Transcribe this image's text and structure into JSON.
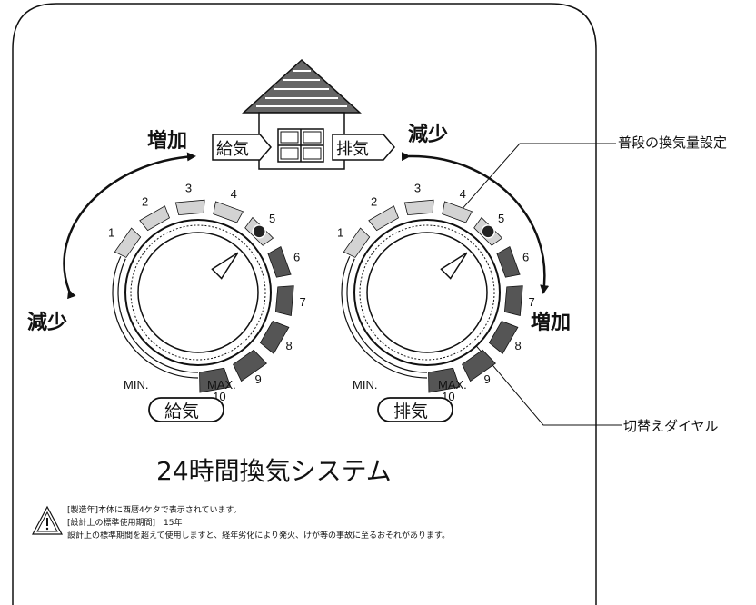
{
  "title": "24時間換気システム",
  "callouts": {
    "normal_setting": "普段の換気量設定",
    "switch_dial": "切替えダイヤル"
  },
  "house": {
    "supply_label": "給気",
    "exhaust_label": "排気"
  },
  "supply_dial": {
    "increase": "増加",
    "decrease": "減少",
    "min": "MIN.",
    "max": "MAX.",
    "name": "給気",
    "scale": [
      "1",
      "2",
      "3",
      "4",
      "5",
      "6",
      "7",
      "8",
      "9",
      "10"
    ],
    "current_setting": 5
  },
  "exhaust_dial": {
    "increase": "増加",
    "decrease": "減少",
    "min": "MIN.",
    "max": "MAX.",
    "name": "排気",
    "scale": [
      "1",
      "2",
      "3",
      "4",
      "5",
      "6",
      "7",
      "8",
      "9",
      "10"
    ],
    "current_setting": 5
  },
  "notice": {
    "line1": "[製造年]本体に西暦4ケタで表示されています。",
    "line2": "[設計上の標準使用期間]　15年",
    "line3": "設計上の標準期間を超えて使用しますと、経年劣化により発火、けが等の事故に至るおそれがあります。"
  },
  "colors": {
    "light_segment": "#d3d3d3",
    "dark_segment": "#555555",
    "stroke": "#111111"
  }
}
